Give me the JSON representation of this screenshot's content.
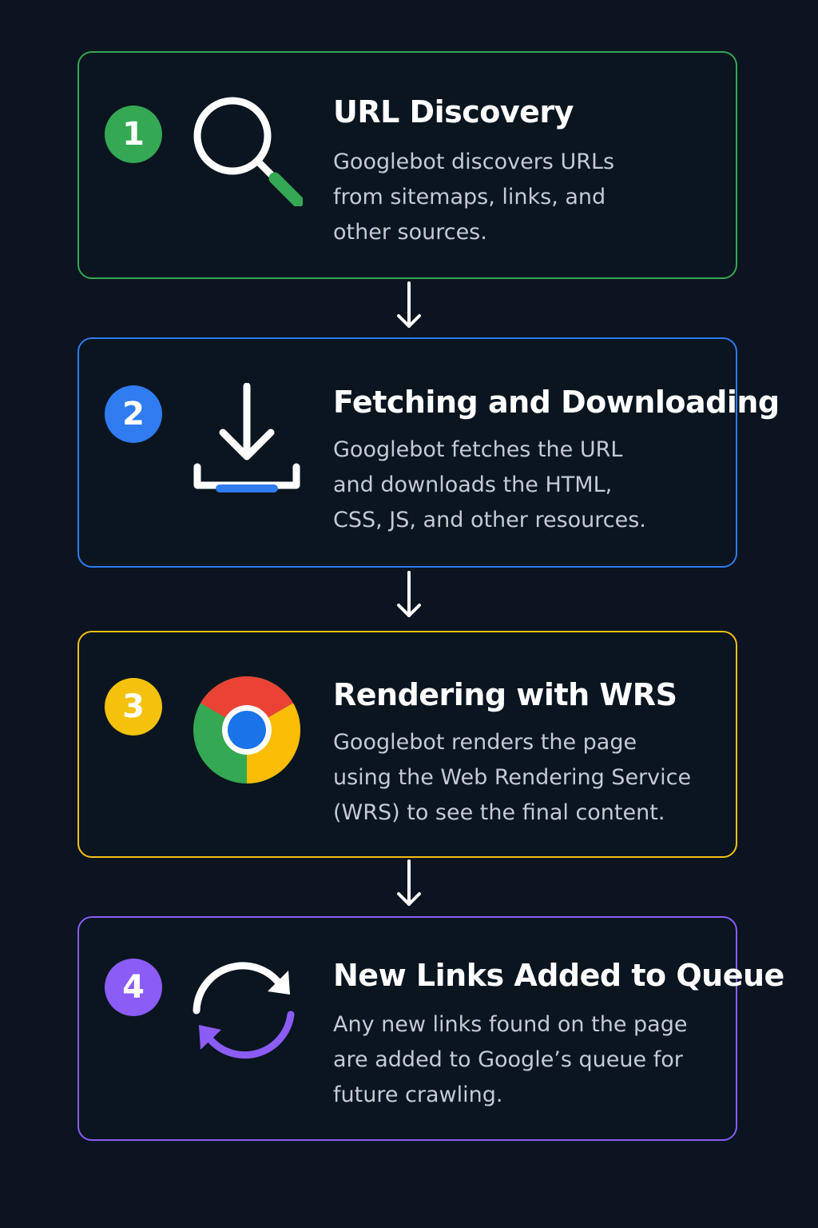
{
  "colors": {
    "background": "#0b1420",
    "green": "#34a853",
    "blue": "#2f7cf0",
    "yellow": "#f4c20d",
    "purple": "#8b5cf6",
    "text_primary": "#ffffff",
    "text_secondary": "#c5cad3"
  },
  "steps": [
    {
      "number": "1",
      "title": "URL Discovery",
      "description_lines": [
        "Googlebot discovers URLs",
        "from sitemaps, links, and",
        "other sources."
      ],
      "icon": "search-icon",
      "color": "#34a853"
    },
    {
      "number": "2",
      "title": "Fetching and Downloading",
      "description_lines": [
        "Googlebot fetches the URL",
        "and downloads the HTML,",
        "CSS, JS, and other resources."
      ],
      "icon": "download-icon",
      "color": "#2f7cf0"
    },
    {
      "number": "3",
      "title": "Rendering with WRS",
      "description_lines": [
        "Googlebot renders the page",
        "using the Web Rendering Service",
        "(WRS) to see the final content."
      ],
      "icon": "chrome-icon",
      "color": "#f4c20d"
    },
    {
      "number": "4",
      "title": "New Links Added to Queue",
      "description_lines": [
        "Any new links found on the page",
        "are added to Google’s queue for",
        "future crawling."
      ],
      "icon": "refresh-icon",
      "color": "#8b5cf6"
    }
  ]
}
